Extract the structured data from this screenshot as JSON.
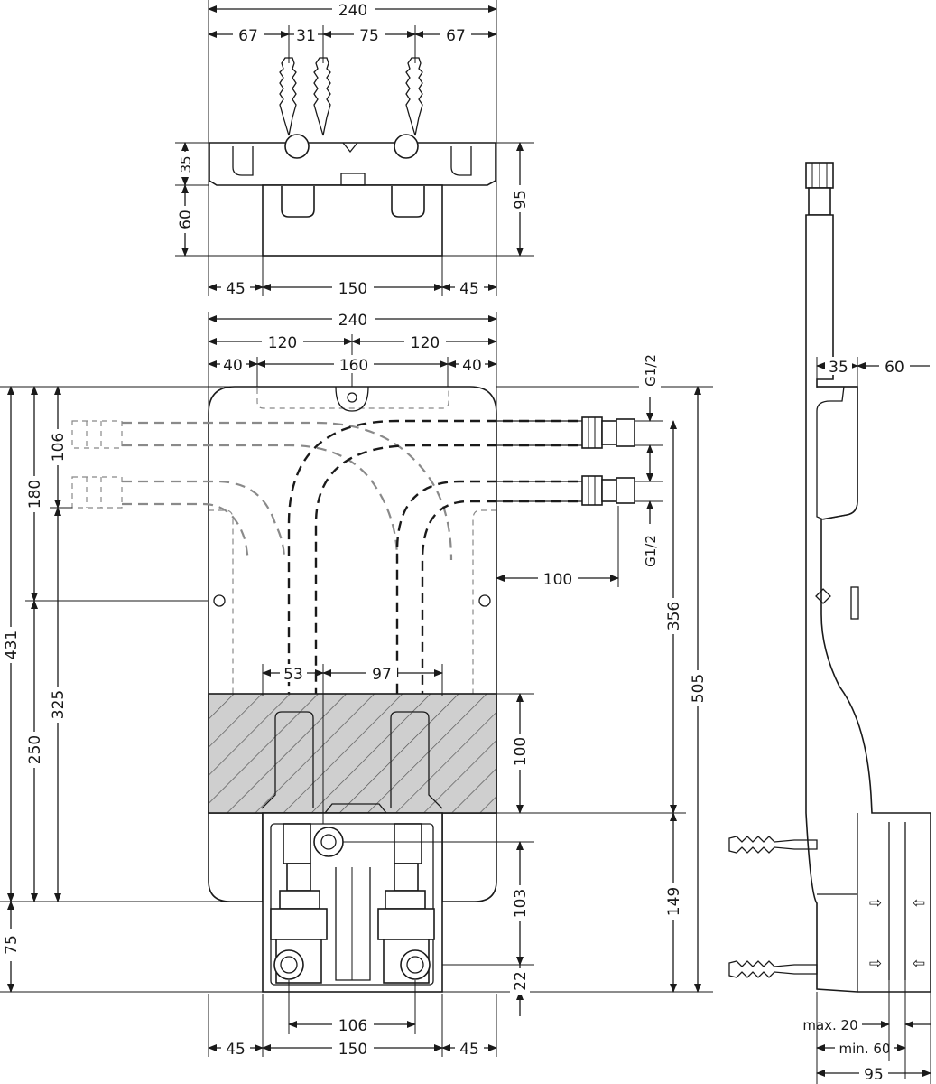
{
  "colors": {
    "line": "#1a1a1a",
    "hatch_fill": "#c8c8c8",
    "ghost": "#8a8a8a"
  },
  "top_view": {
    "overall_width": "240",
    "segments": [
      "67",
      "31",
      "75",
      "67"
    ],
    "height_upper": "35",
    "height_lower": "60",
    "depth_total": "95",
    "bottom": [
      "45",
      "150",
      "45"
    ]
  },
  "front_view": {
    "overall_width": "240",
    "halves": [
      "120",
      "120"
    ],
    "thirds": [
      "40",
      "160",
      "40"
    ],
    "thread_top": "G1/2",
    "thread_bottom": "G1/2",
    "left_dims": [
      "431",
      "180",
      "106",
      "325",
      "250",
      "75"
    ],
    "pipe_offset": "100",
    "inner_spacing": [
      "53",
      "97"
    ],
    "hatch_height": "100",
    "right_dims": [
      "356",
      "505",
      "103",
      "149",
      "22"
    ],
    "valve_spacing": "106",
    "bottom": [
      "45",
      "150",
      "45"
    ]
  },
  "side_view": {
    "top_dims": [
      "35",
      "60"
    ],
    "max_label": "max. 20",
    "min_label": "min. 60",
    "depth": "95"
  }
}
